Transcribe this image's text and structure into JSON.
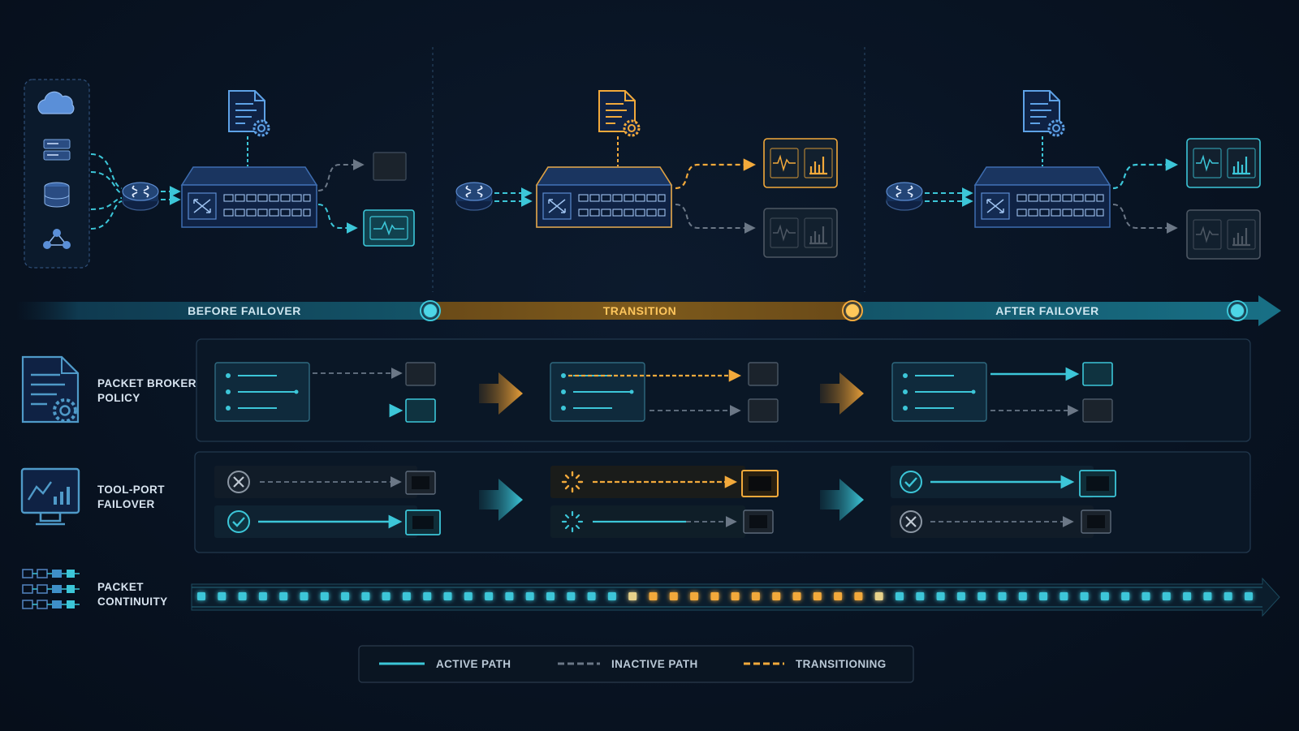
{
  "phases": {
    "before": "BEFORE FAILOVER",
    "transition": "TRANSITION",
    "after": "AFTER FAILOVER"
  },
  "rows": {
    "policy": [
      "PACKET BROKER",
      "POLICY"
    ],
    "toolport": [
      "TOOL-PORT",
      "FAILOVER"
    ],
    "continuity": [
      "PACKET",
      "CONTINUITY"
    ]
  },
  "legend": {
    "active": "ACTIVE PATH",
    "inactive": "INACTIVE PATH",
    "transitioning": "TRANSITIONING"
  },
  "colors": {
    "background": "#081322",
    "active": "#3cc6d8",
    "transitioning": "#f2a93b",
    "inactive": "#5c6a7a",
    "device": "#2a4a7a"
  },
  "continuity": {
    "packet_count": 52,
    "transition_range": [
      21,
      33
    ]
  }
}
